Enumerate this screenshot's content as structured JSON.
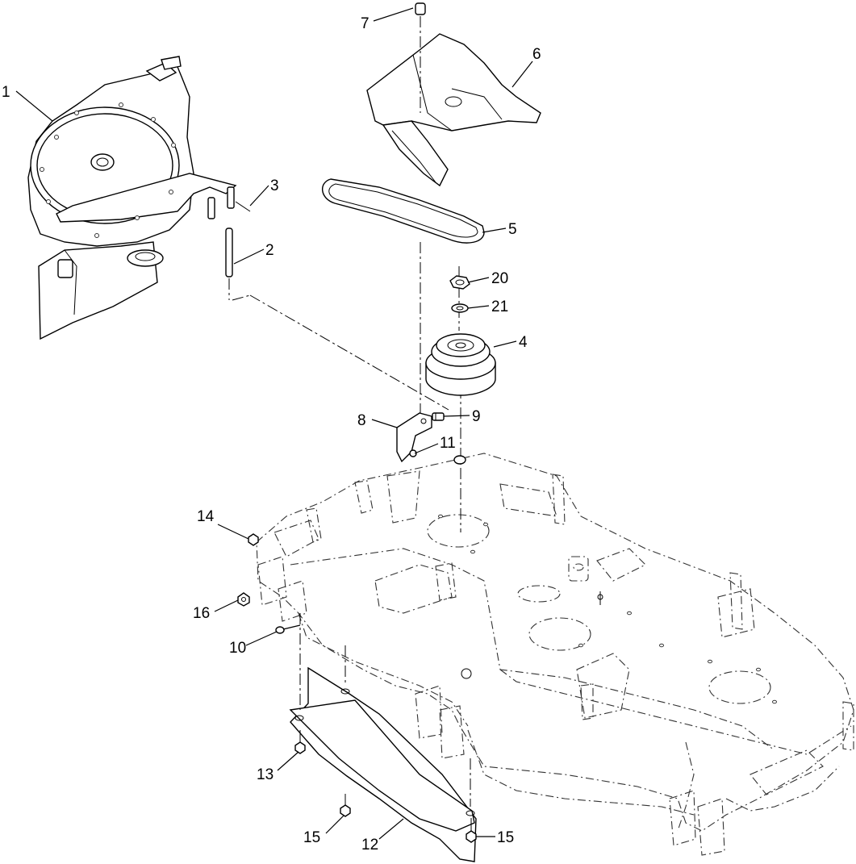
{
  "callouts": {
    "c1": "1",
    "c2": "2",
    "c3": "3",
    "c4": "4",
    "c5": "5",
    "c6": "6",
    "c7": "7",
    "c8": "8",
    "c9": "9",
    "c10": "10",
    "c11": "11",
    "c12": "12",
    "c13": "13",
    "c14": "14",
    "c15a": "15",
    "c15b": "15",
    "c16": "16",
    "c20": "20",
    "c21": "21"
  }
}
